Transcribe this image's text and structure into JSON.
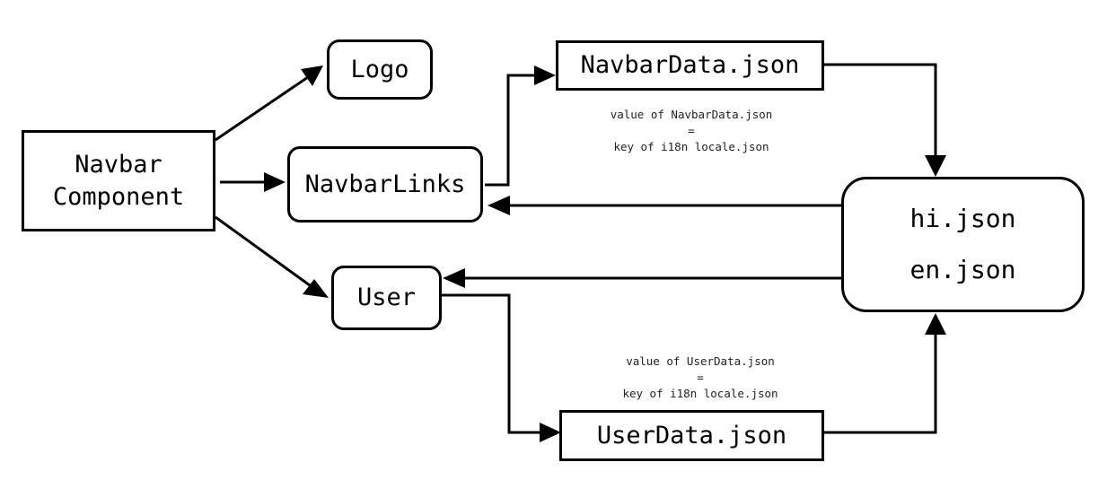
{
  "nodes": {
    "navbar": {
      "line1": "Navbar",
      "line2": "Component"
    },
    "logo": "Logo",
    "navbar_links": "NavbarLinks",
    "user": "User",
    "navbar_data": "NavbarData.json",
    "user_data": "UserData.json",
    "locales": {
      "hi": "hi.json",
      "en": "en.json"
    }
  },
  "notes": {
    "navbar_data": {
      "line1": "value of NavbarData.json",
      "line2": "=",
      "line3": "key of i18n locale.json"
    },
    "user_data": {
      "line1": "value of UserData.json",
      "line2": "=",
      "line3": "key of i18n locale.json"
    }
  },
  "colors": {
    "stroke": "#000000",
    "background": "#ffffff",
    "note_text": "#222222"
  }
}
